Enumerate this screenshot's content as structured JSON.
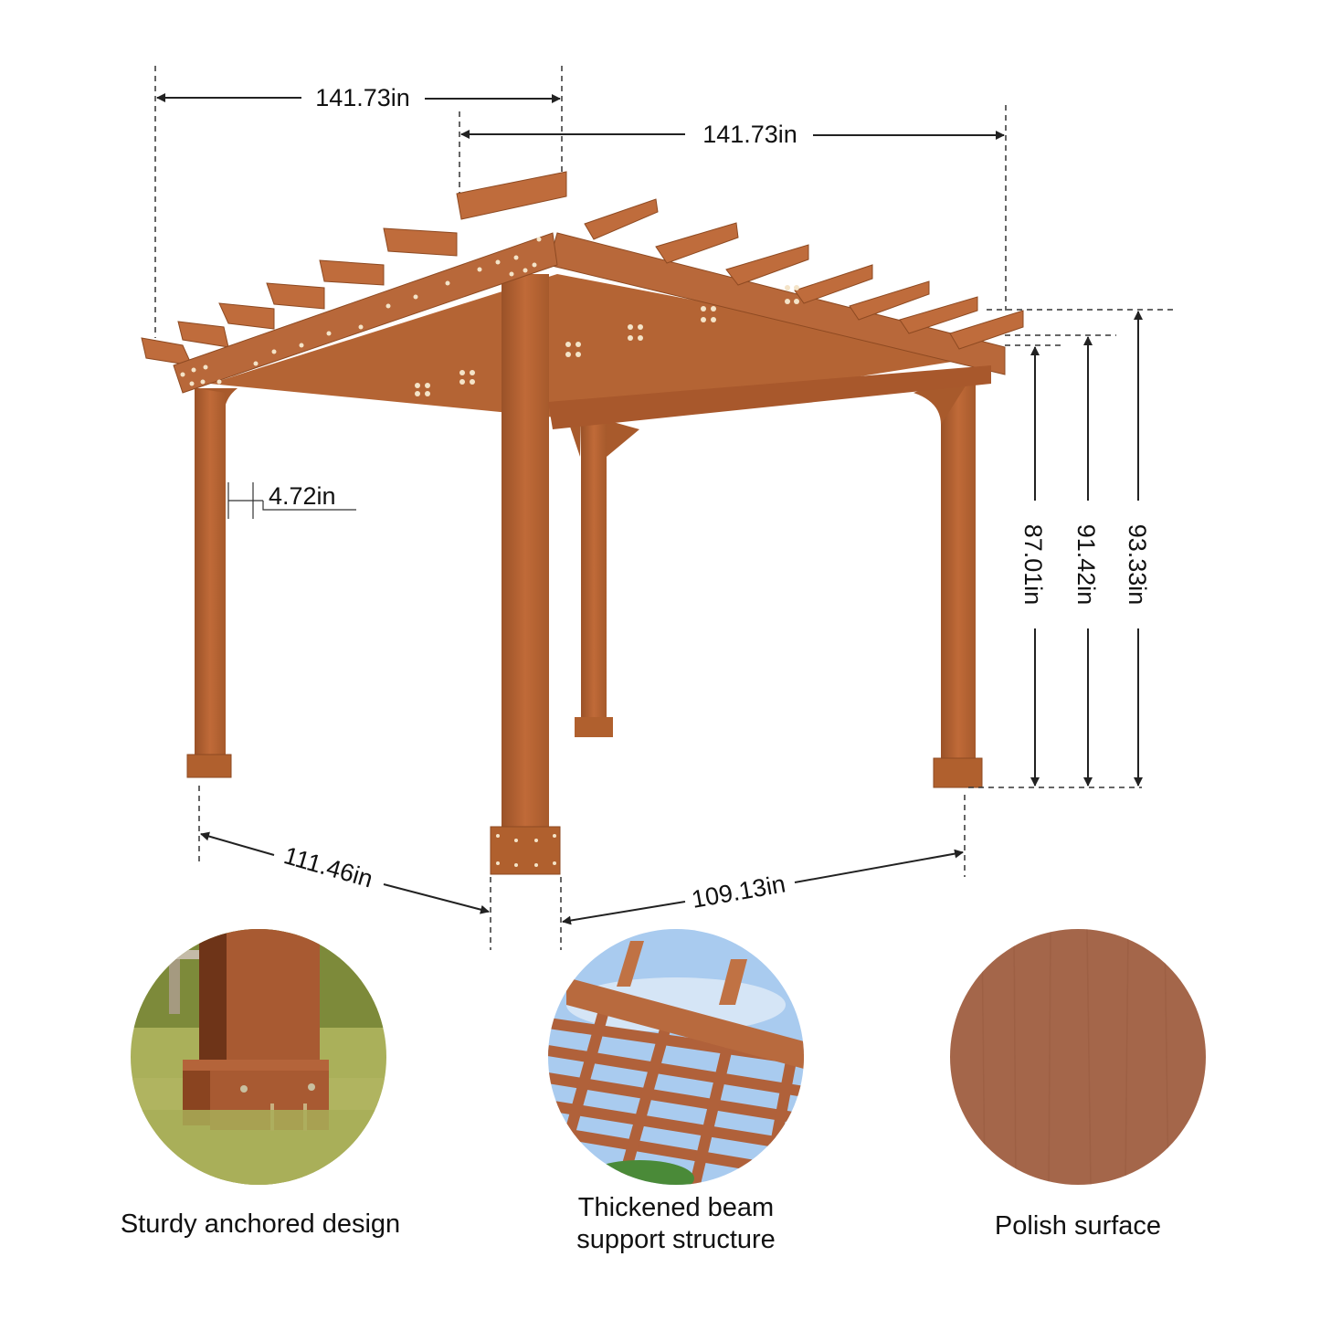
{
  "dimensions": {
    "top_width_left": "141.73in",
    "top_width_right": "141.73in",
    "post_width": "4.72in",
    "height_clearance": "87.01in",
    "height_beam": "91.42in",
    "height_total": "93.33in",
    "base_depth": "111.46in",
    "base_width": "109.13in"
  },
  "features": [
    {
      "caption": "Sturdy anchored design",
      "image": "post-anchor-closeup"
    },
    {
      "caption_line1": "Thickened beam",
      "caption_line2": "support structure",
      "image": "roof-beams-from-below"
    },
    {
      "caption": "Polish surface",
      "image": "wood-grain-swatch"
    }
  ],
  "colors": {
    "wood": "#b0622f",
    "wood_dark": "#8e4a22",
    "wood_light": "#c9784a",
    "swatch": "#a4664a",
    "grass": "#9aa24a",
    "sky": "#8fb8e0",
    "dimension_line": "#222222"
  }
}
